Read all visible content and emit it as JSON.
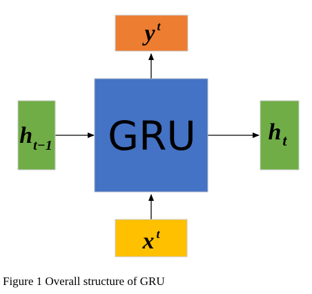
{
  "diagram": {
    "center": {
      "label": "GRU",
      "color": "#4472c4"
    },
    "output_y": {
      "base": "y",
      "sup": "t",
      "color": "#ed7d31"
    },
    "input_x": {
      "base": "x",
      "sup": "t",
      "color": "#ffc000"
    },
    "prev_state": {
      "base": "h",
      "sub": "t−1",
      "color": "#70ad47"
    },
    "next_state": {
      "base": "h",
      "sub": "t",
      "color": "#70ad47"
    }
  },
  "caption": "Figure 1 Overall structure of GRU"
}
